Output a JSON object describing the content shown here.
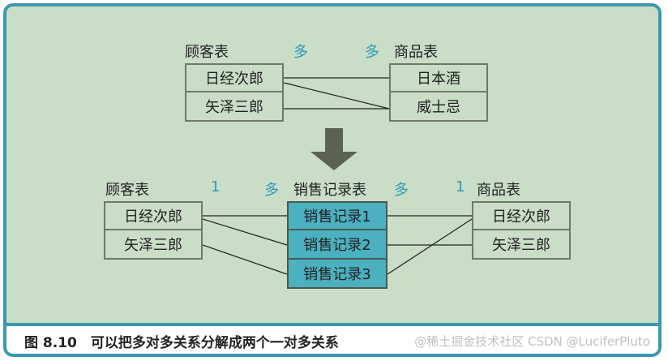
{
  "top": {
    "left_table_title": "顾客表",
    "right_table_title": "商品表",
    "left_multiplicity": "多",
    "right_multiplicity": "多",
    "customers": [
      "日经次郎",
      "矢泽三郎"
    ],
    "products": [
      "日本酒",
      "威士忌"
    ]
  },
  "bottom": {
    "left_table_title": "顾客表",
    "middle_table_title": "销售记录表",
    "right_table_title": "商品表",
    "multiplicity_left_one": "1",
    "multiplicity_left_many": "多",
    "multiplicity_right_many": "多",
    "multiplicity_right_one": "1",
    "customers": [
      "日经次郎",
      "矢泽三郎"
    ],
    "sales_records": [
      "销售记录1",
      "销售记录2",
      "销售记录3"
    ],
    "products": [
      "日经次郎",
      "矢泽三郎"
    ]
  },
  "caption": "图 8.10　可以把多对多关系分解成两个一对多关系",
  "watermark": "@稀土掘金技术社区 CSDN @LuciferPluto",
  "colors": {
    "frame_border": "#3a98b3",
    "background": "#c9ddc7",
    "box_border": "#6f7a64",
    "sales_fill": "#4bb0c0",
    "arrow": "#5a6352",
    "multiplicity_text": "#2e9ab8"
  }
}
